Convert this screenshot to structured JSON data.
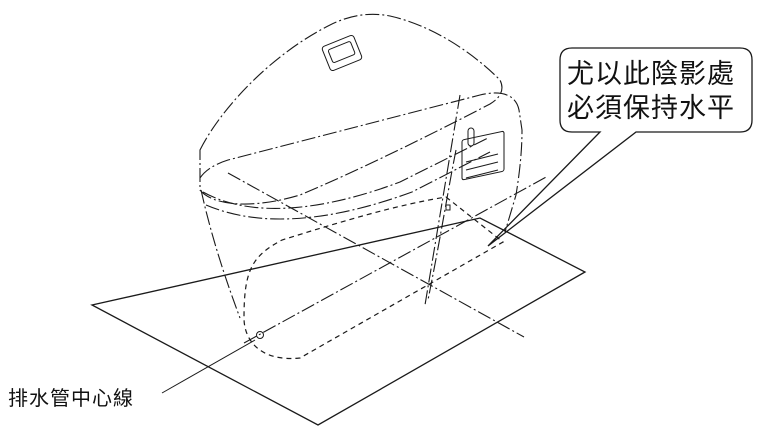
{
  "diagram": {
    "callout": {
      "line1": "尤以此陰影處",
      "line2": "必須保持水平"
    },
    "pipe_label": "排水管中心線",
    "colors": {
      "shade": "#bdbdbd",
      "line": "#1a1a1a",
      "background": "#ffffff"
    }
  }
}
